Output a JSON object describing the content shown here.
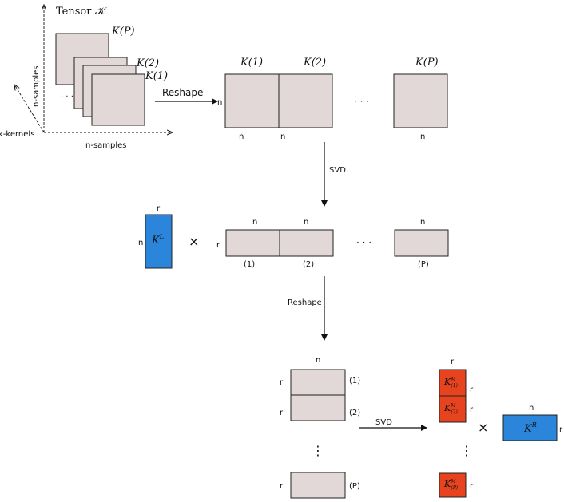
{
  "tensor_title": "Tensor",
  "tensor_symbol": "𝒦",
  "axis_y_label": "n-samples",
  "axis_x_label": "n-samples",
  "axis_z_label": "k-kernels",
  "stack": {
    "label_p": "K(P)",
    "label_2": "K(2)",
    "label_1": "K(1)"
  },
  "reshape1_label": "Reshape",
  "svd1_label": "SVD",
  "reshape2_label": "Reshape",
  "svd2_label": "SVD",
  "ellipsis": "· · ·",
  "vdots": "⋮",
  "row1": {
    "header_1": "K(1)",
    "header_2": "K(2)",
    "header_p": "K(P)",
    "left_label": "n",
    "bottom_1": "n",
    "bottom_2": "n",
    "bottom_p": "n"
  },
  "row2": {
    "kl_main": "K",
    "kl_sup": "L",
    "kl_top": "r",
    "kl_left": "n",
    "times": "×",
    "left_label": "r",
    "top_1": "n",
    "top_2": "n",
    "top_p": "n",
    "bottom_1": "(1)",
    "bottom_2": "(2)",
    "bottom_p": "(P)"
  },
  "row3": {
    "top_label": "n",
    "left_1": "r",
    "left_2": "r",
    "left_p": "r",
    "right_1": "(1)",
    "right_2": "(2)",
    "right_p": "(P)",
    "km_top": "r",
    "km_main": "K",
    "km_sup": "M",
    "km_sub_1": "(1)",
    "km_sub_2": "(2)",
    "km_sub_p": "(P)",
    "km_right_1": "r",
    "km_right_2": "r",
    "km_right_p": "r",
    "times": "×",
    "kr_main": "K",
    "kr_sup": "R",
    "kr_top": "n",
    "kr_right": "r"
  },
  "colors": {
    "box_fill": "#e2d8d8",
    "blue": "#2b86db",
    "red": "#e8431f"
  }
}
